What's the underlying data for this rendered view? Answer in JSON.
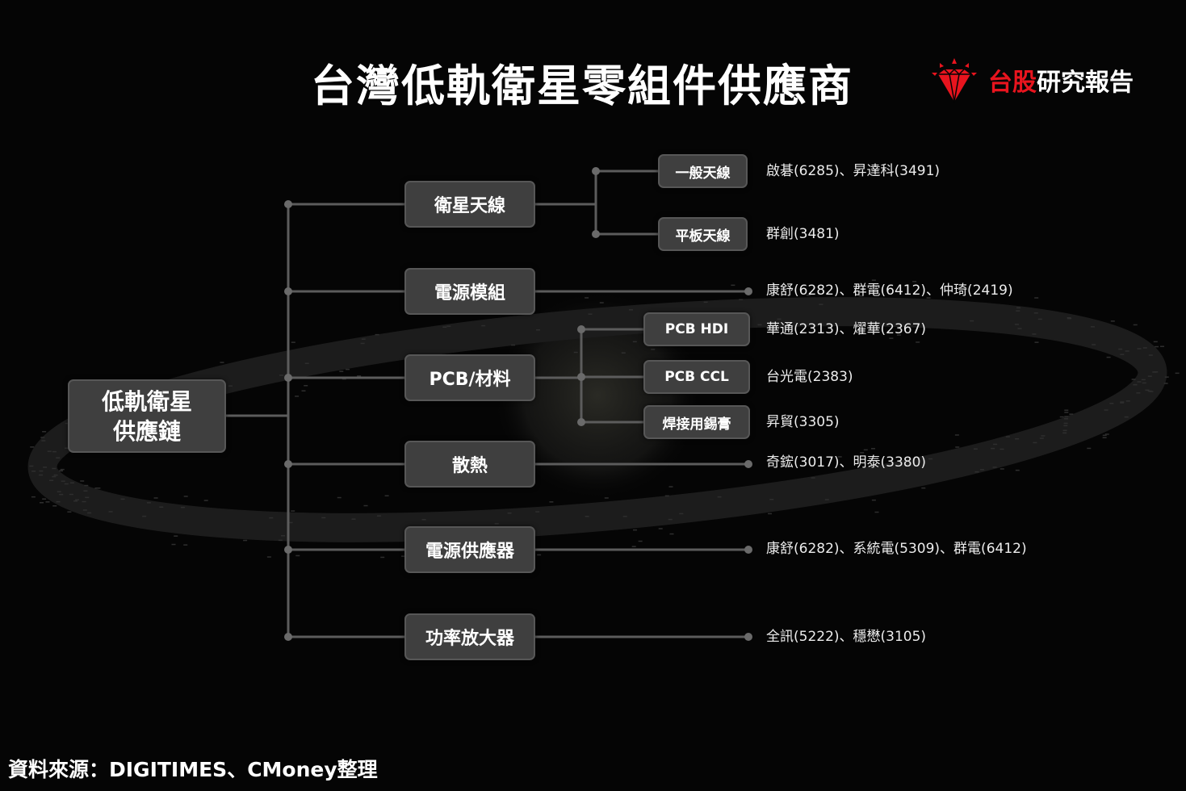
{
  "title": "台灣低軌衛星零組件供應商",
  "brand": {
    "red": "台股",
    "white": "研究報告",
    "logo_icon": "diamond-icon",
    "accent": "#e8141e"
  },
  "root": {
    "line1": "低軌衛星",
    "line2": "供應鏈"
  },
  "categories": [
    "衛星天線",
    "電源模組",
    "PCB/材料",
    "散熱",
    "電源供應器",
    "功率放大器"
  ],
  "subcategories": [
    "一般天線",
    "平板天線",
    "PCB HDI",
    "PCB CCL",
    "焊接用錫膏"
  ],
  "suppliers": [
    "啟碁(6285)、昇達科(3491)",
    "群創(3481)",
    "康舒(6282)、群電(6412)、仲琦(2419)",
    "華通(2313)、燿華(2367)",
    "台光電(2383)",
    "昇貿(3305)",
    "奇鋐(3017)、明泰(3380)",
    "康舒(6282)、系統電(5309)、群電(6412)",
    "全訊(5222)、穩懋(3105)"
  ],
  "source": "資料來源：DIGITIMES、CMoney整理",
  "colors": {
    "background": "#050505",
    "box": "#3f3f3f",
    "connector": "#5c5c5c"
  }
}
